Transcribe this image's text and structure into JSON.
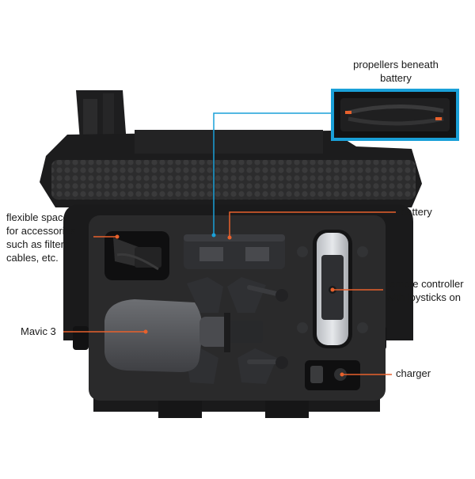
{
  "labels": {
    "propellers": [
      "propellers beneath",
      "battery"
    ],
    "battery": "battery",
    "flexible_space": [
      "flexible space",
      "for accessories",
      "such as filters,",
      "cables, etc."
    ],
    "remote": [
      "remote controller",
      "with joysticks on"
    ],
    "mavic": "Mavic 3",
    "charger": "charger"
  },
  "colors": {
    "leader_orange": "#e8612c",
    "leader_blue": "#1aa0d8",
    "case_black": "#1c1c1d",
    "foam": "#2a2a2b"
  }
}
